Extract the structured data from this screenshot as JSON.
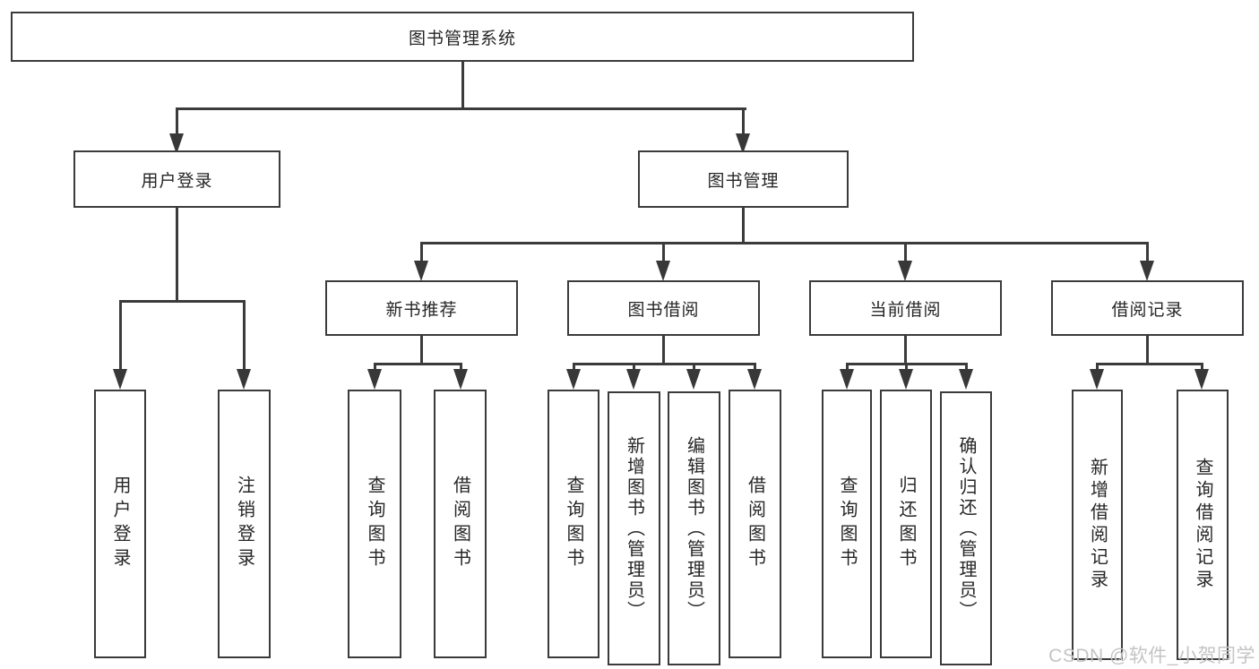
{
  "tree": {
    "root": "图书管理系统",
    "level2": [
      "用户登录",
      "图书管理"
    ],
    "level3": [
      "新书推荐",
      "图书借阅",
      "当前借阅",
      "借阅记录"
    ],
    "leaves_user": [
      "用户登录",
      "注销登录"
    ],
    "leaves_recommend": [
      "查询图书",
      "借阅图书"
    ],
    "leaves_borrow": [
      "查询图书",
      "新增图书（管理员）",
      "编辑图书（管理员）",
      "借阅图书"
    ],
    "leaves_current": [
      "查询图书",
      "归还图书",
      "确认归还（管理员）"
    ],
    "leaves_records": [
      "新增借阅记录",
      "查询借阅记录"
    ]
  },
  "watermark": "CSDN @软件_小贺同学",
  "colors": {
    "line": "#3b3b3b",
    "text": "#262626",
    "watermark": "#c4c4c4",
    "background": "#ffffff"
  }
}
